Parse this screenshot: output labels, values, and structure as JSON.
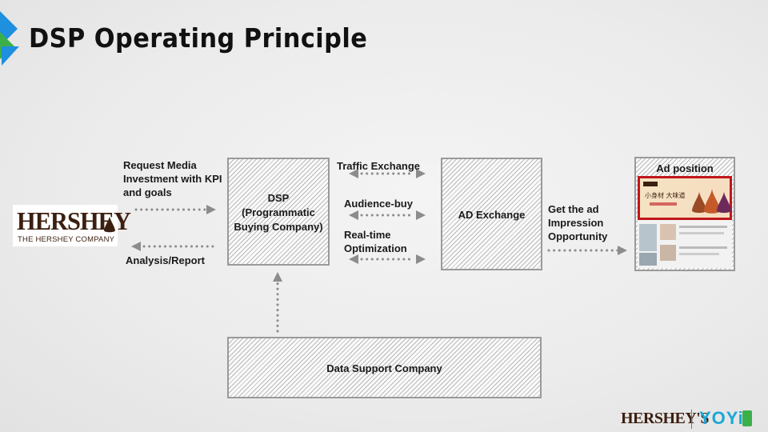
{
  "slide": {
    "title": "DSP  Operating Principle"
  },
  "diagram": {
    "request_label": [
      "Request Media",
      "Investment with KPI",
      "and goals"
    ],
    "analysis_label": "Analysis/Report",
    "dsp_box": [
      "DSP",
      "(Programmatic",
      "Buying Company)"
    ],
    "traffic_label": "Traffic Exchange",
    "audience_label": "Audience-buy",
    "realtime_label": [
      "Real-time",
      "Optimization"
    ],
    "adx_box": "AD Exchange",
    "impression_label": [
      "Get the ad",
      "Impression",
      "Opportunity"
    ],
    "ad_position_label": "Ad position",
    "data_support_box": "Data Support Company"
  },
  "logos": {
    "hershey_word": "HERSHEY",
    "hershey_sub": "THE HERSHEY COMPANY",
    "footer_hershey": "HERSHEY'S",
    "footer_yoyi": "YOYi"
  },
  "ad_banner": {
    "headline": "小身材 大味道"
  },
  "colors": {
    "accent_blue": "#1f8fe0",
    "accent_green": "#3bb04a",
    "ad_highlight": "#c0161b",
    "arrow": "#8c8c8c"
  }
}
